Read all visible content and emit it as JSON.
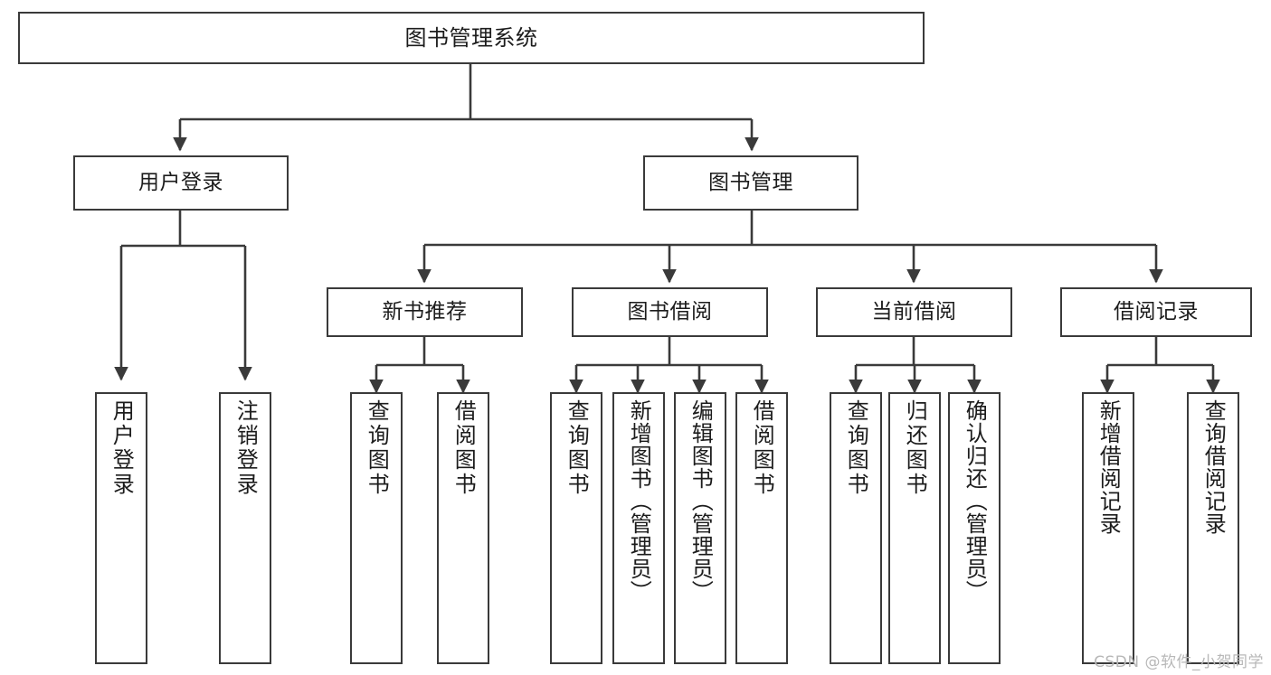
{
  "diagram": {
    "title": "图书管理系统",
    "watermark": "CSDN @软件_小贺同学",
    "stroke_color": "#3a3a3a",
    "text_color": "#1c1c1c",
    "background_color": "#ffffff",
    "nodes": {
      "root": {
        "label": "图书管理系统",
        "orientation": "horizontal"
      },
      "user_login": {
        "label": "用户登录",
        "orientation": "horizontal"
      },
      "book_manage": {
        "label": "图书管理",
        "orientation": "horizontal"
      },
      "new_book_rec": {
        "label": "新书推荐",
        "orientation": "horizontal"
      },
      "book_borrow": {
        "label": "图书借阅",
        "orientation": "horizontal"
      },
      "current_borrow": {
        "label": "当前借阅",
        "orientation": "horizontal"
      },
      "borrow_record": {
        "label": "借阅记录",
        "orientation": "horizontal"
      },
      "leaf_user_login": {
        "label": "用户登录",
        "orientation": "vertical"
      },
      "leaf_logout": {
        "label": "注销登录",
        "orientation": "vertical"
      },
      "leaf_query_book_1": {
        "label": "查询图书",
        "orientation": "vertical"
      },
      "leaf_borrow_book_1": {
        "label": "借阅图书",
        "orientation": "vertical"
      },
      "leaf_query_book_2": {
        "label": "查询图书",
        "orientation": "vertical"
      },
      "leaf_add_book": {
        "label": "新增图书（管理员）",
        "orientation": "vertical"
      },
      "leaf_edit_book": {
        "label": "编辑图书（管理员）",
        "orientation": "vertical"
      },
      "leaf_borrow_book_2": {
        "label": "借阅图书",
        "orientation": "vertical"
      },
      "leaf_query_book_3": {
        "label": "查询图书",
        "orientation": "vertical"
      },
      "leaf_return_book": {
        "label": "归还图书",
        "orientation": "vertical"
      },
      "leaf_confirm_return": {
        "label": "确认归还（管理员）",
        "orientation": "vertical"
      },
      "leaf_add_record": {
        "label": "新增借阅记录",
        "orientation": "vertical"
      },
      "leaf_query_record": {
        "label": "查询借阅记录",
        "orientation": "vertical"
      }
    },
    "hierarchy": {
      "图书管理系统": [
        "用户登录",
        "图书管理"
      ],
      "用户登录": [
        "用户登录",
        "注销登录"
      ],
      "图书管理": [
        "新书推荐",
        "图书借阅",
        "当前借阅",
        "借阅记录"
      ],
      "新书推荐": [
        "查询图书",
        "借阅图书"
      ],
      "图书借阅": [
        "查询图书",
        "新增图书（管理员）",
        "编辑图书（管理员）",
        "借阅图书"
      ],
      "当前借阅": [
        "查询图书",
        "归还图书",
        "确认归还（管理员）"
      ],
      "借阅记录": [
        "新增借阅记录",
        "查询借阅记录"
      ]
    }
  }
}
